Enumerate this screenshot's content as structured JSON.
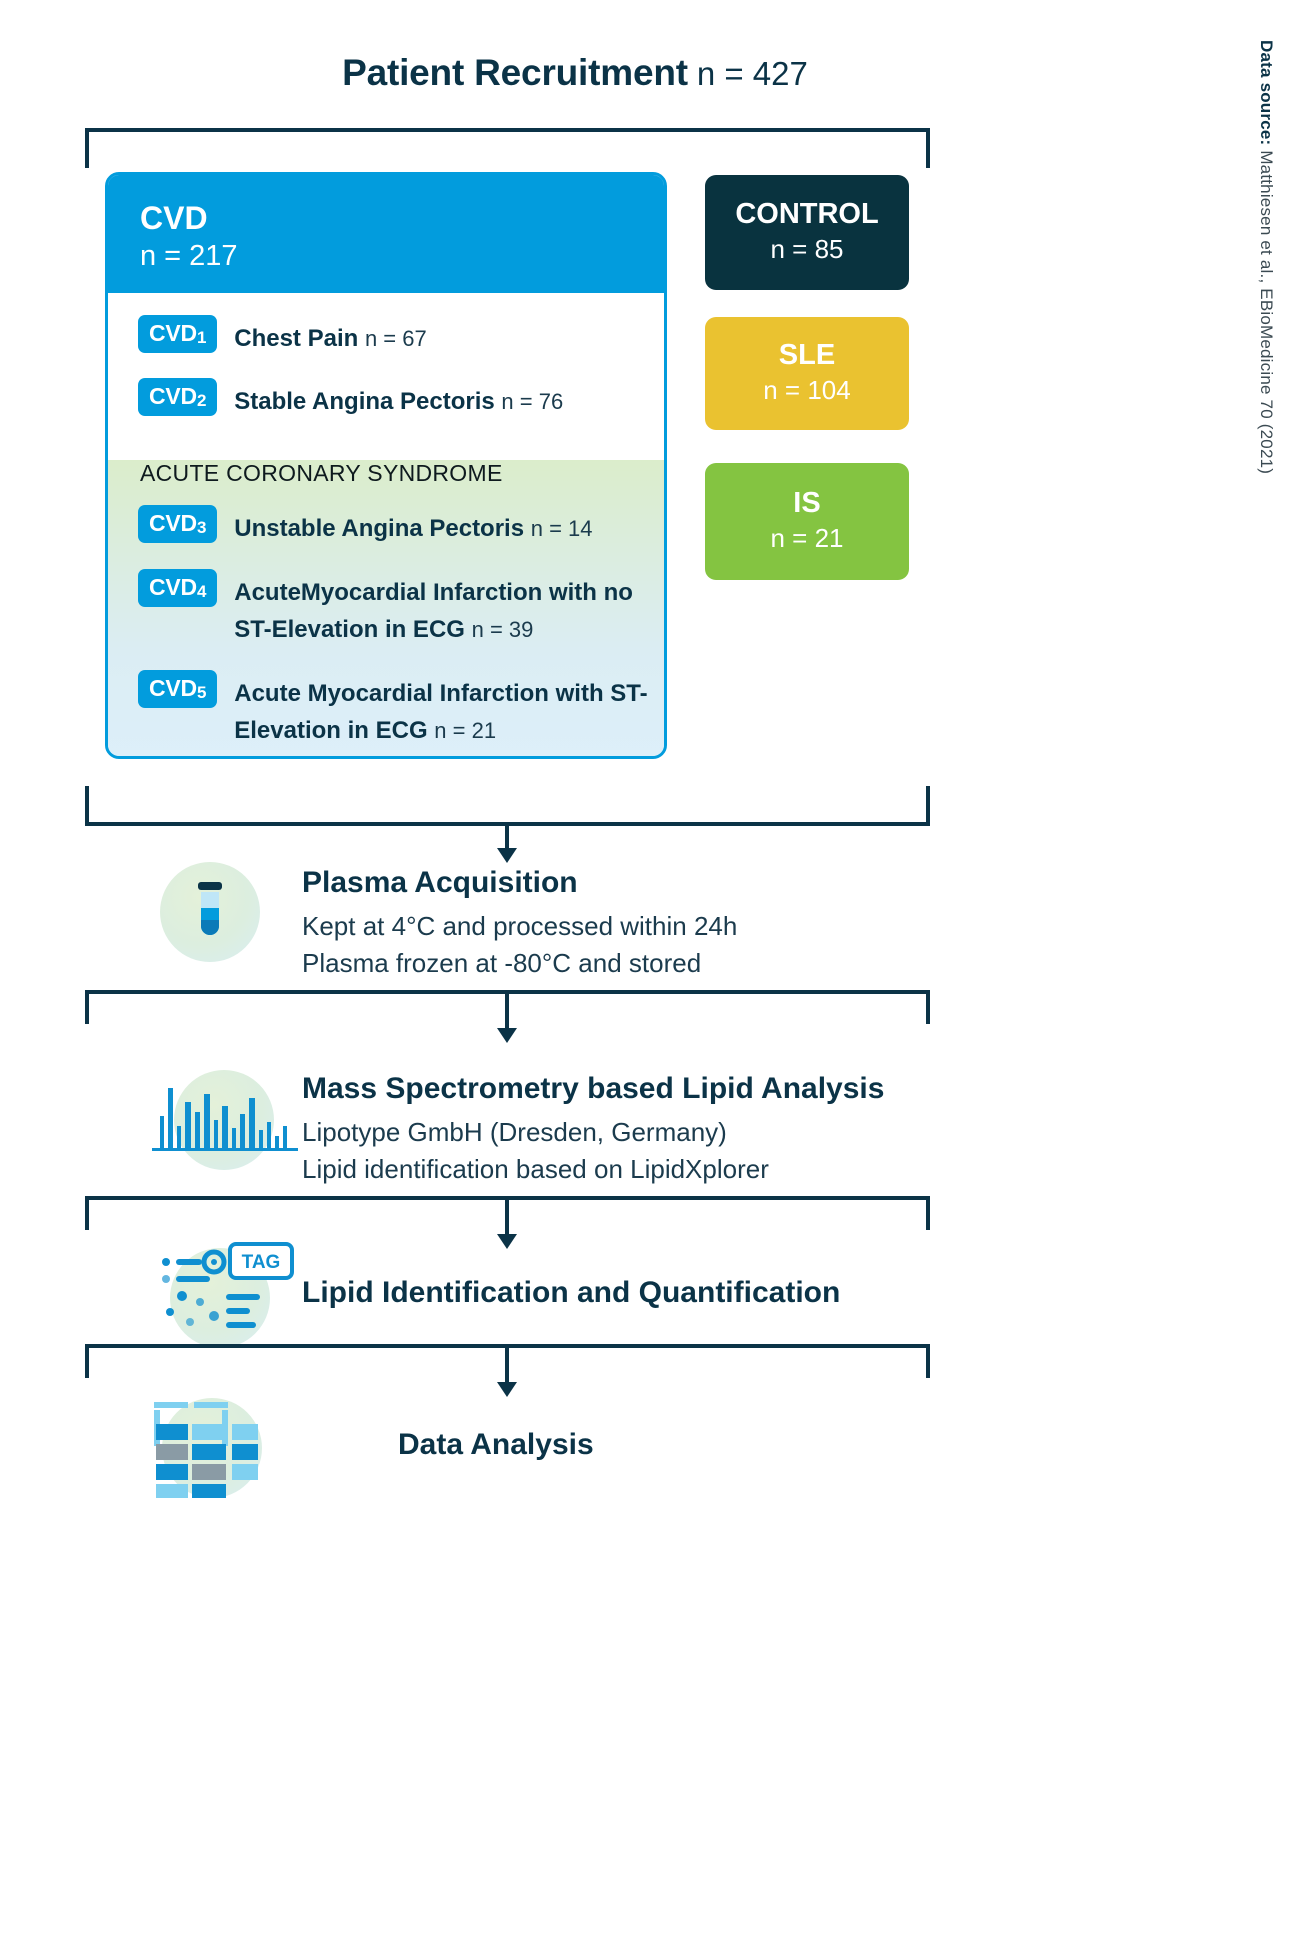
{
  "header": {
    "title": "Patient Recruitment",
    "n": "n = 427"
  },
  "cvd": {
    "title": "CVD",
    "n": "n = 217",
    "rows": [
      {
        "tag": "CVD",
        "sub": "1",
        "label": "Chest Pain",
        "n": "n = 67"
      },
      {
        "tag": "CVD",
        "sub": "2",
        "label": "Stable Angina Pectoris",
        "n": "n = 76"
      },
      {
        "tag": "CVD",
        "sub": "3",
        "label": "Unstable Angina Pectoris",
        "n": "n = 14"
      },
      {
        "tag": "CVD",
        "sub": "4",
        "label": "AcuteMyocardial Infarction with no ST-Elevation in ECG",
        "n": "n = 39"
      },
      {
        "tag": "CVD",
        "sub": "5",
        "label": "Acute Myocardial Infarction with ST-Elevation in ECG",
        "n": "n = 21"
      }
    ],
    "acs_label": "ACUTE CORONARY SYNDROME"
  },
  "cohorts": [
    {
      "title": "CONTROL",
      "n": "n = 85",
      "color": "#09333f"
    },
    {
      "title": "SLE",
      "n": "n = 104",
      "color": "#eac230"
    },
    {
      "title": "IS",
      "n": "n = 21",
      "color": "#84c441"
    }
  ],
  "workflow": [
    {
      "icon": "test-tube-icon",
      "title": "Plasma Acquisition",
      "lines": [
        "Kept at 4°C and processed within 24h",
        "Plasma frozen at -80°C and stored"
      ]
    },
    {
      "icon": "mass-spectrum-icon",
      "title": "Mass Spectrometry based Lipid Analysis",
      "lines": [
        "Lipotype GmbH (Dresden, Germany)",
        "Lipid identification based on LipidXplorer"
      ]
    },
    {
      "icon": "lipid-tag-icon",
      "title": "Lipid Identification and Quantification",
      "lines": []
    },
    {
      "icon": "data-table-icon",
      "title": "Data Analysis",
      "lines": []
    }
  ],
  "datasource": {
    "label": "Data source:",
    "citation": " Matthiesen et al., EBioMedicine 70 (2021)"
  },
  "colors": {
    "ink": "#0b3347",
    "cvd_blue": "#029cdd",
    "control_dark": "#09333f",
    "sle_yellow": "#eac230",
    "is_green": "#84c441"
  }
}
